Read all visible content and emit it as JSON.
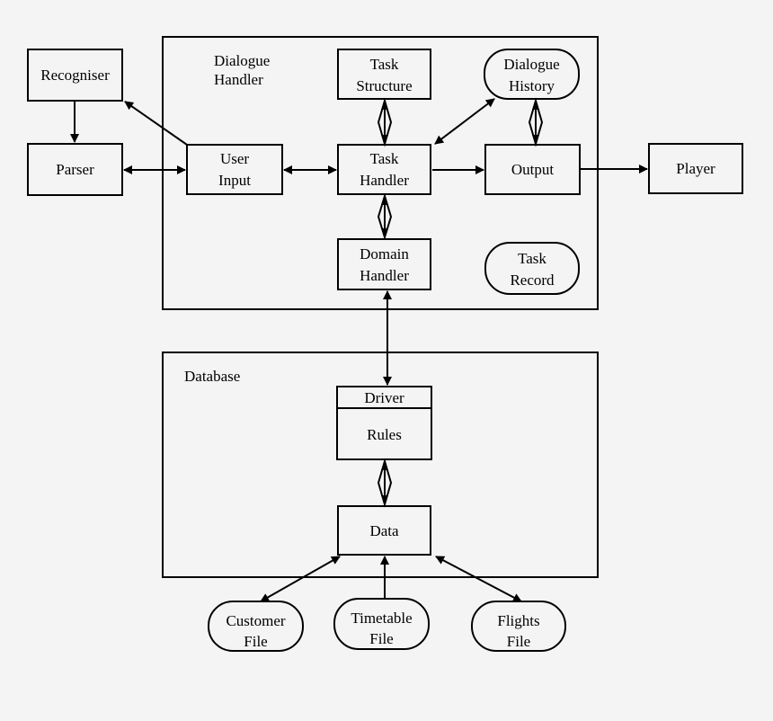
{
  "diagram": {
    "dialogue_handler_title": [
      "Dialogue",
      "Handler"
    ],
    "database_title": "Database",
    "nodes": {
      "recogniser": [
        "Recogniser"
      ],
      "parser": [
        "Parser"
      ],
      "user_input": [
        "User",
        "Input"
      ],
      "task_structure": [
        "Task",
        "Structure"
      ],
      "dialogue_history": [
        "Dialogue",
        "History"
      ],
      "task_handler": [
        "Task",
        "Handler"
      ],
      "output": [
        "Output"
      ],
      "player": [
        "Player"
      ],
      "domain_handler": [
        "Domain",
        "Handler"
      ],
      "task_record": [
        "Task",
        "Record"
      ],
      "driver": [
        "Driver"
      ],
      "rules": [
        "Rules"
      ],
      "data": [
        "Data"
      ],
      "customer_file": [
        "Customer",
        "File"
      ],
      "timetable_file": [
        "Timetable",
        "File"
      ],
      "flights_file": [
        "Flights",
        "File"
      ]
    }
  }
}
